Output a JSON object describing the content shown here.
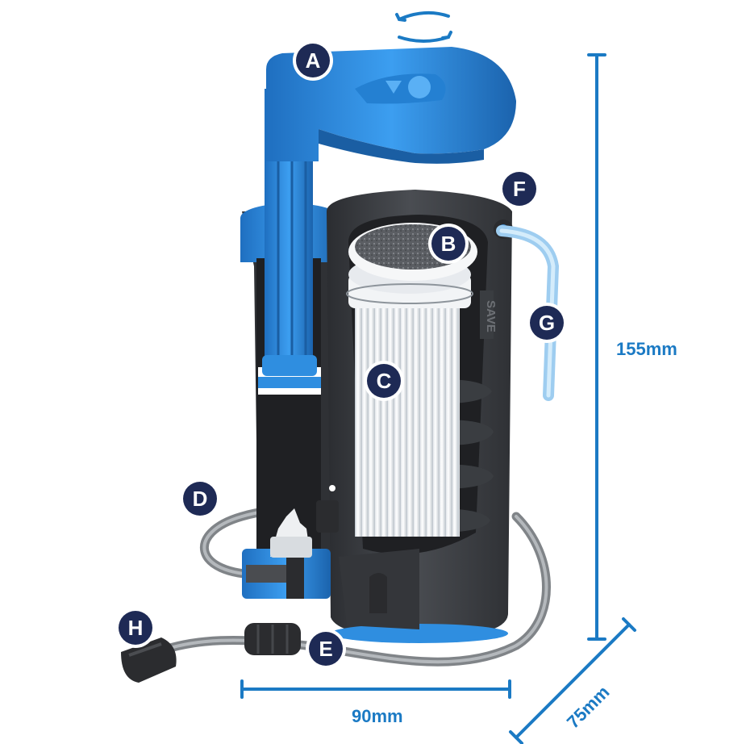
{
  "callouts": {
    "a": "A",
    "b": "B",
    "c": "C",
    "d": "D",
    "e": "E",
    "f": "F",
    "g": "G",
    "h": "H"
  },
  "dimensions": {
    "height": "155mm",
    "width": "90mm",
    "depth": "75mm"
  },
  "body_print": "SAVE",
  "colors": {
    "pump_blue": "#2f8ee0",
    "housing_dark": "#3d4045",
    "dimension_blue": "#1b7ac4",
    "callout_navy": "#1e2a55"
  }
}
